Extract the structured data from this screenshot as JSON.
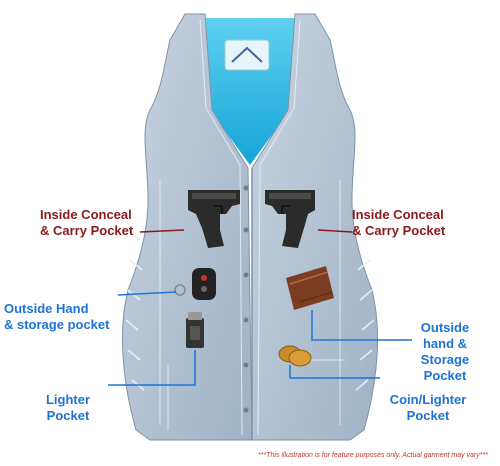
{
  "labels": {
    "inside_left": "Inside Conceal\n& Carry Pocket",
    "inside_right": "Inside Conceal\n& Carry Pocket",
    "outside_hand_left": "Outside Hand\n& storage pocket",
    "outside_hand_right": "Outside\nhand &\nStorage\nPocket",
    "lighter": "Lighter\nPocket",
    "coin_lighter": "Coin/Lighter\nPocket"
  },
  "footnote": "***This illustration is for feature purposes only.  Actual garment may vary***",
  "colors": {
    "leather": "#b8c7d6",
    "leather_dark": "#8ea2b8",
    "lining": "#1fb6e6",
    "label_red": "#8b1a1a",
    "label_blue": "#1e73d8",
    "leader_line": "#1e73d8"
  },
  "objects": [
    "vest",
    "pistol-left",
    "pistol-right",
    "car-key-fob",
    "wallet",
    "lighter",
    "coins"
  ]
}
